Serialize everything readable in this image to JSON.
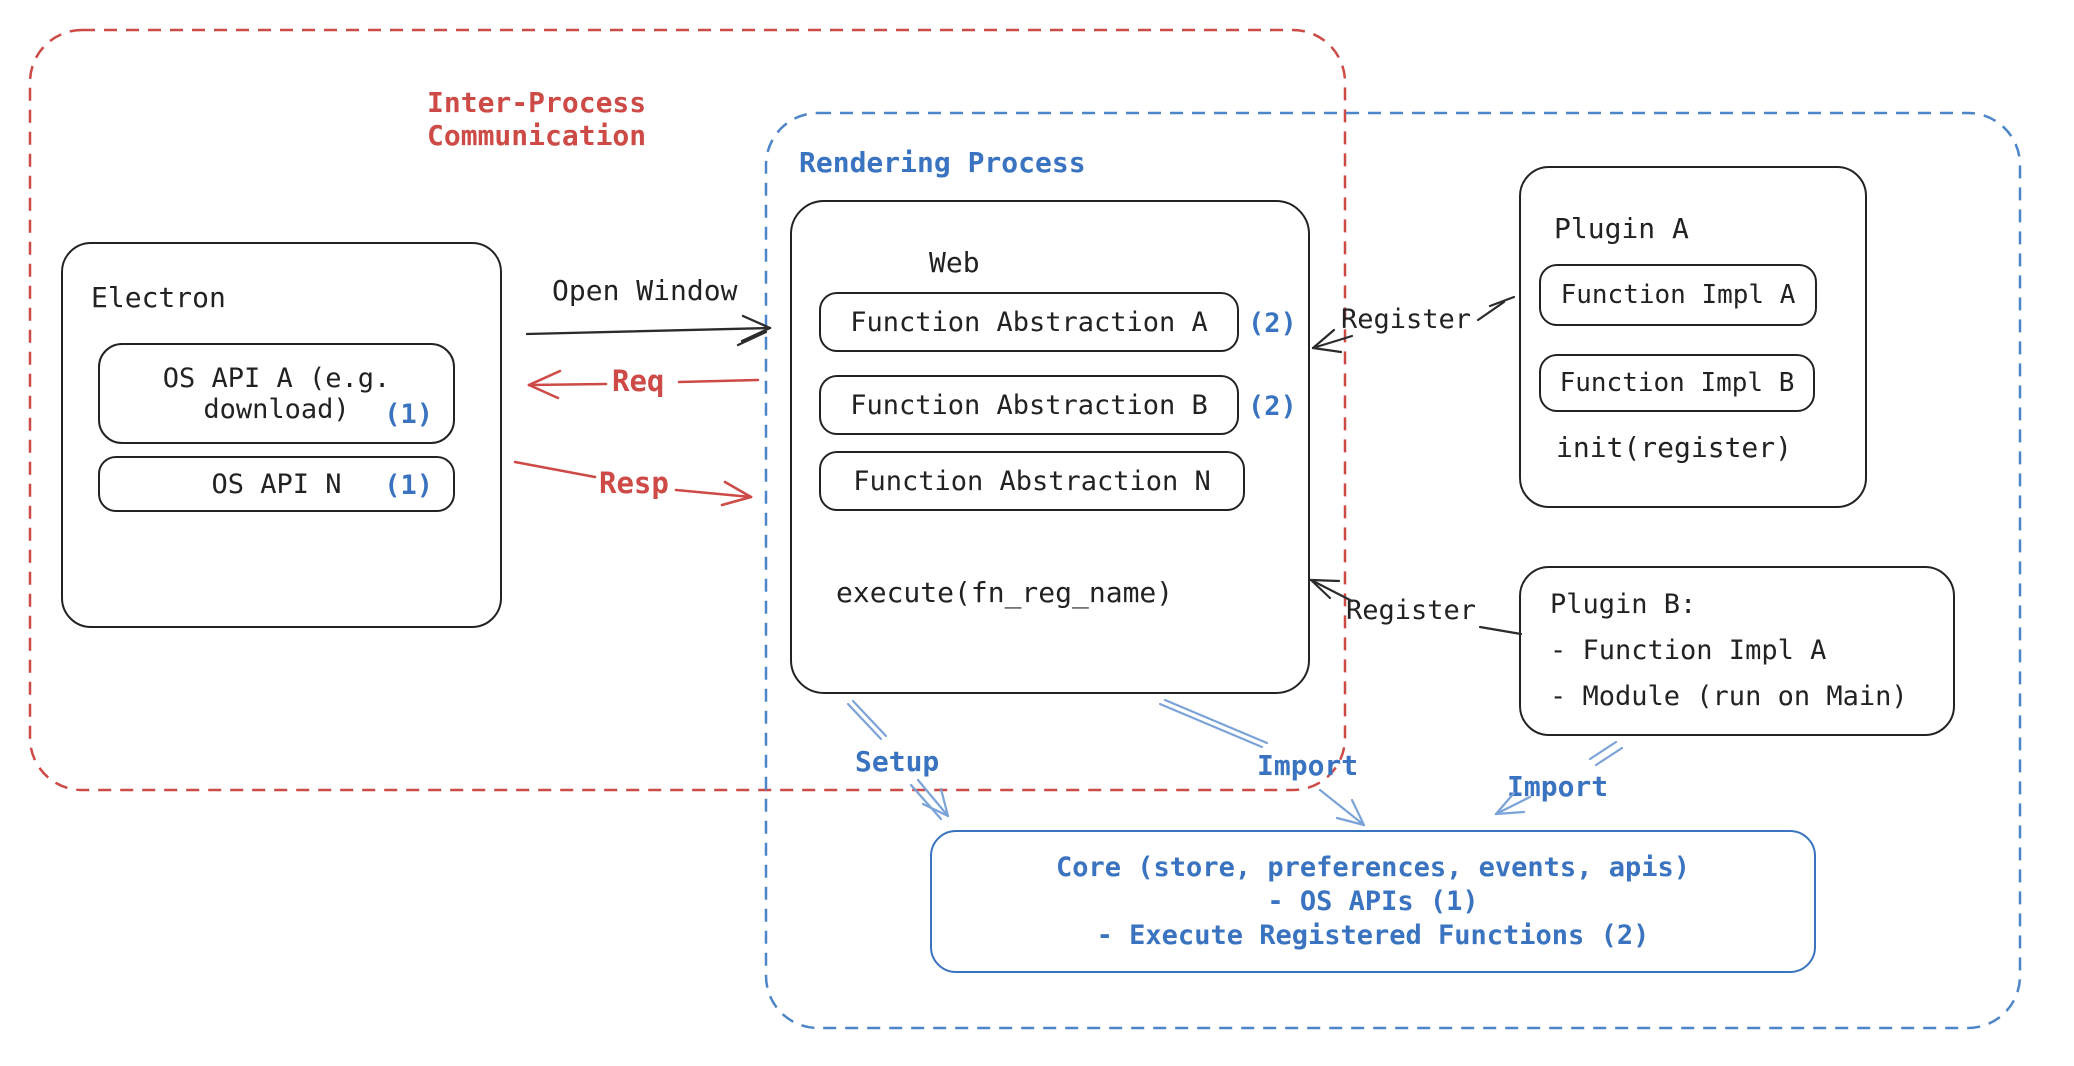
{
  "colors": {
    "red": "#cd4a46",
    "blue_text": "#3a73c0",
    "blue_dash": "#4d86c8",
    "blue_arrow": "#7ba3d8",
    "black": "#222222"
  },
  "regions": {
    "ipc": {
      "label_line1": "Inter-Process",
      "label_line2": "Communication"
    },
    "rendering": {
      "label": "Rendering Process"
    }
  },
  "electron": {
    "title": "Electron",
    "os_api_a": {
      "line1": "OS API A (e.g.",
      "line2": "download)",
      "badge": "(1)"
    },
    "os_api_n": {
      "label": "OS API N",
      "badge": "(1)"
    }
  },
  "web": {
    "title": "Web",
    "fn_a": {
      "label": "Function Abstraction A",
      "badge": "(2)"
    },
    "fn_b": {
      "label": "Function Abstraction B",
      "badge": "(2)"
    },
    "fn_n": {
      "label": "Function Abstraction N"
    },
    "execute": "execute(fn_reg_name)"
  },
  "plugin_a": {
    "title": "Plugin A",
    "impl_a": "Function Impl A",
    "impl_b": "Function Impl B",
    "init": "init(register)"
  },
  "plugin_b": {
    "title": "Plugin B:",
    "item1": "- Function Impl A",
    "item2": "- Module (run on Main)"
  },
  "core": {
    "line1": "Core (store, preferences, events, apis)",
    "line2": "- OS APIs (1)",
    "line3": "- Execute Registered Functions (2)"
  },
  "arrows": {
    "open_window": "Open Window",
    "req": "Req",
    "resp": "Resp",
    "register_a": "Register",
    "register_b": "Register",
    "setup": "Setup",
    "import_web": "Import",
    "import_plugin": "Import"
  }
}
